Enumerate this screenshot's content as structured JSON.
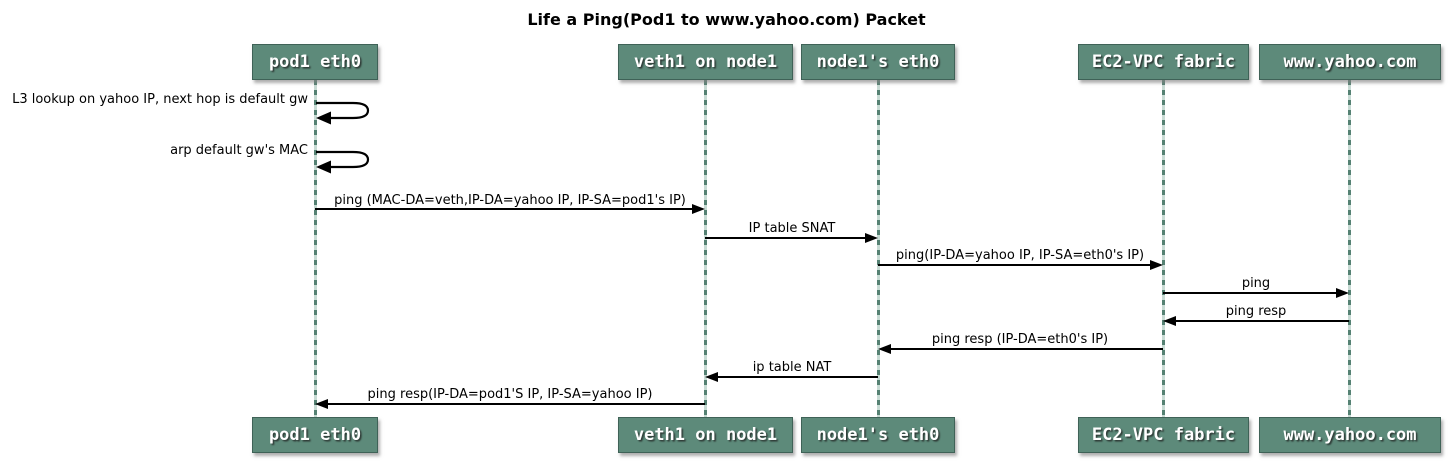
{
  "title": "Life a Ping(Pod1 to www.yahoo.com) Packet",
  "participants": [
    {
      "name": "pod1 eth0"
    },
    {
      "name": "veth1 on node1"
    },
    {
      "name": "node1's eth0"
    },
    {
      "name": "EC2-VPC fabric"
    },
    {
      "name": "www.yahoo.com"
    }
  ],
  "messages": [
    {
      "type": "self",
      "from": "pod1 eth0",
      "to": "pod1 eth0",
      "label": "L3 lookup on yahoo IP, next hop is default gw"
    },
    {
      "type": "self",
      "from": "pod1 eth0",
      "to": "pod1 eth0",
      "label": "arp default gw's MAC"
    },
    {
      "type": "solid",
      "from": "pod1 eth0",
      "to": "veth1 on node1",
      "label": "ping (MAC-DA=veth,IP-DA=yahoo IP, IP-SA=pod1's IP)"
    },
    {
      "type": "solid",
      "from": "veth1 on node1",
      "to": "node1's eth0",
      "label": "IP table SNAT"
    },
    {
      "type": "solid",
      "from": "node1's eth0",
      "to": "EC2-VPC fabric",
      "label": "ping(IP-DA=yahoo IP, IP-SA=eth0's IP)"
    },
    {
      "type": "solid",
      "from": "EC2-VPC fabric",
      "to": "www.yahoo.com",
      "label": "ping"
    },
    {
      "type": "solid",
      "from": "www.yahoo.com",
      "to": "EC2-VPC fabric",
      "label": "ping resp"
    },
    {
      "type": "solid",
      "from": "EC2-VPC fabric",
      "to": "node1's eth0",
      "label": "ping resp (IP-DA=eth0's IP)"
    },
    {
      "type": "solid",
      "from": "node1's eth0",
      "to": "veth1 on node1",
      "label": "ip table NAT"
    },
    {
      "type": "solid",
      "from": "veth1 on node1",
      "to": "pod1 eth0",
      "label": "ping resp(IP-DA=pod1'S IP, IP-SA=yahoo IP)"
    }
  ],
  "colors": {
    "participant_fill": "#5D8A7A",
    "participant_border": "#3F6257",
    "lifeline": "#558173",
    "arrow": "#000000",
    "title": "#000000"
  }
}
